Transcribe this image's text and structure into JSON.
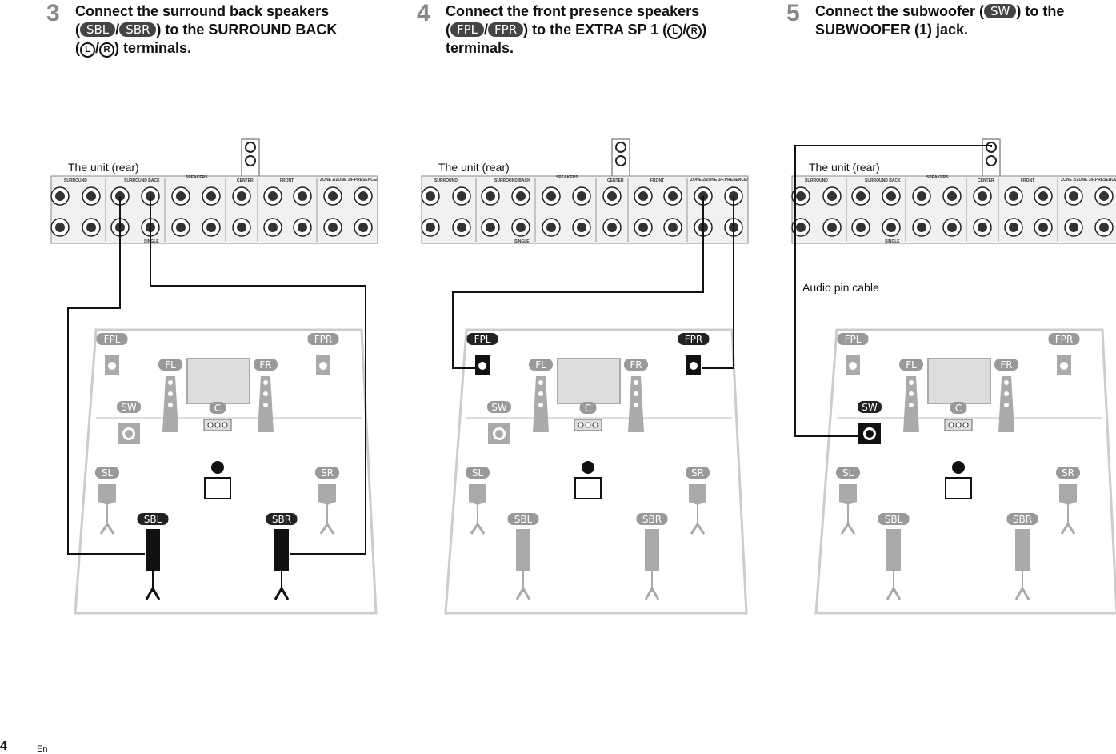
{
  "steps": [
    {
      "number": "3",
      "line1": "Connect the surround back speakers",
      "open_paren": "(",
      "badge1": "SBL",
      "sep": "/",
      "badge2": "SBR",
      "line2_tail": ") to the SURROUND BACK",
      "line3_open": "(",
      "circle_l": "L",
      "circle_r": "R",
      "line3_tail": ") terminals."
    },
    {
      "number": "4",
      "line1": "Connect the front presence speakers",
      "open_paren": "(",
      "badge1": "FPL",
      "sep": "/",
      "badge2": "FPR",
      "line2_tail": ") to the EXTRA SP 1 (",
      "circle_l": "L",
      "circle_r": "R",
      "line2_close": ")",
      "line3_tail": "terminals."
    },
    {
      "number": "5",
      "line1_head": "Connect the subwoofer (",
      "badge1": "SW",
      "line1_tail": ") to the",
      "line2": "SUBWOOFER (1) jack."
    }
  ],
  "diagram": {
    "rear_label": "The unit (rear)",
    "cable_label": "Audio pin cable",
    "panel_labels": [
      "SURROUND",
      "SURROUND BACK",
      "SPEAKERS",
      "CENTER",
      "FRONT",
      "ZONE 2/ZONE 3/F.PRESENCE/",
      "SINGLE"
    ],
    "speakers": [
      "FPL",
      "FPR",
      "FL",
      "FR",
      "C",
      "SW",
      "SL",
      "SR",
      "SBL",
      "SBR"
    ],
    "highlighted": [
      [
        "SBL",
        "SBR"
      ],
      [
        "FPL",
        "FPR"
      ],
      [
        "SW"
      ]
    ]
  },
  "footer": {
    "page": "4",
    "lang": "En"
  }
}
